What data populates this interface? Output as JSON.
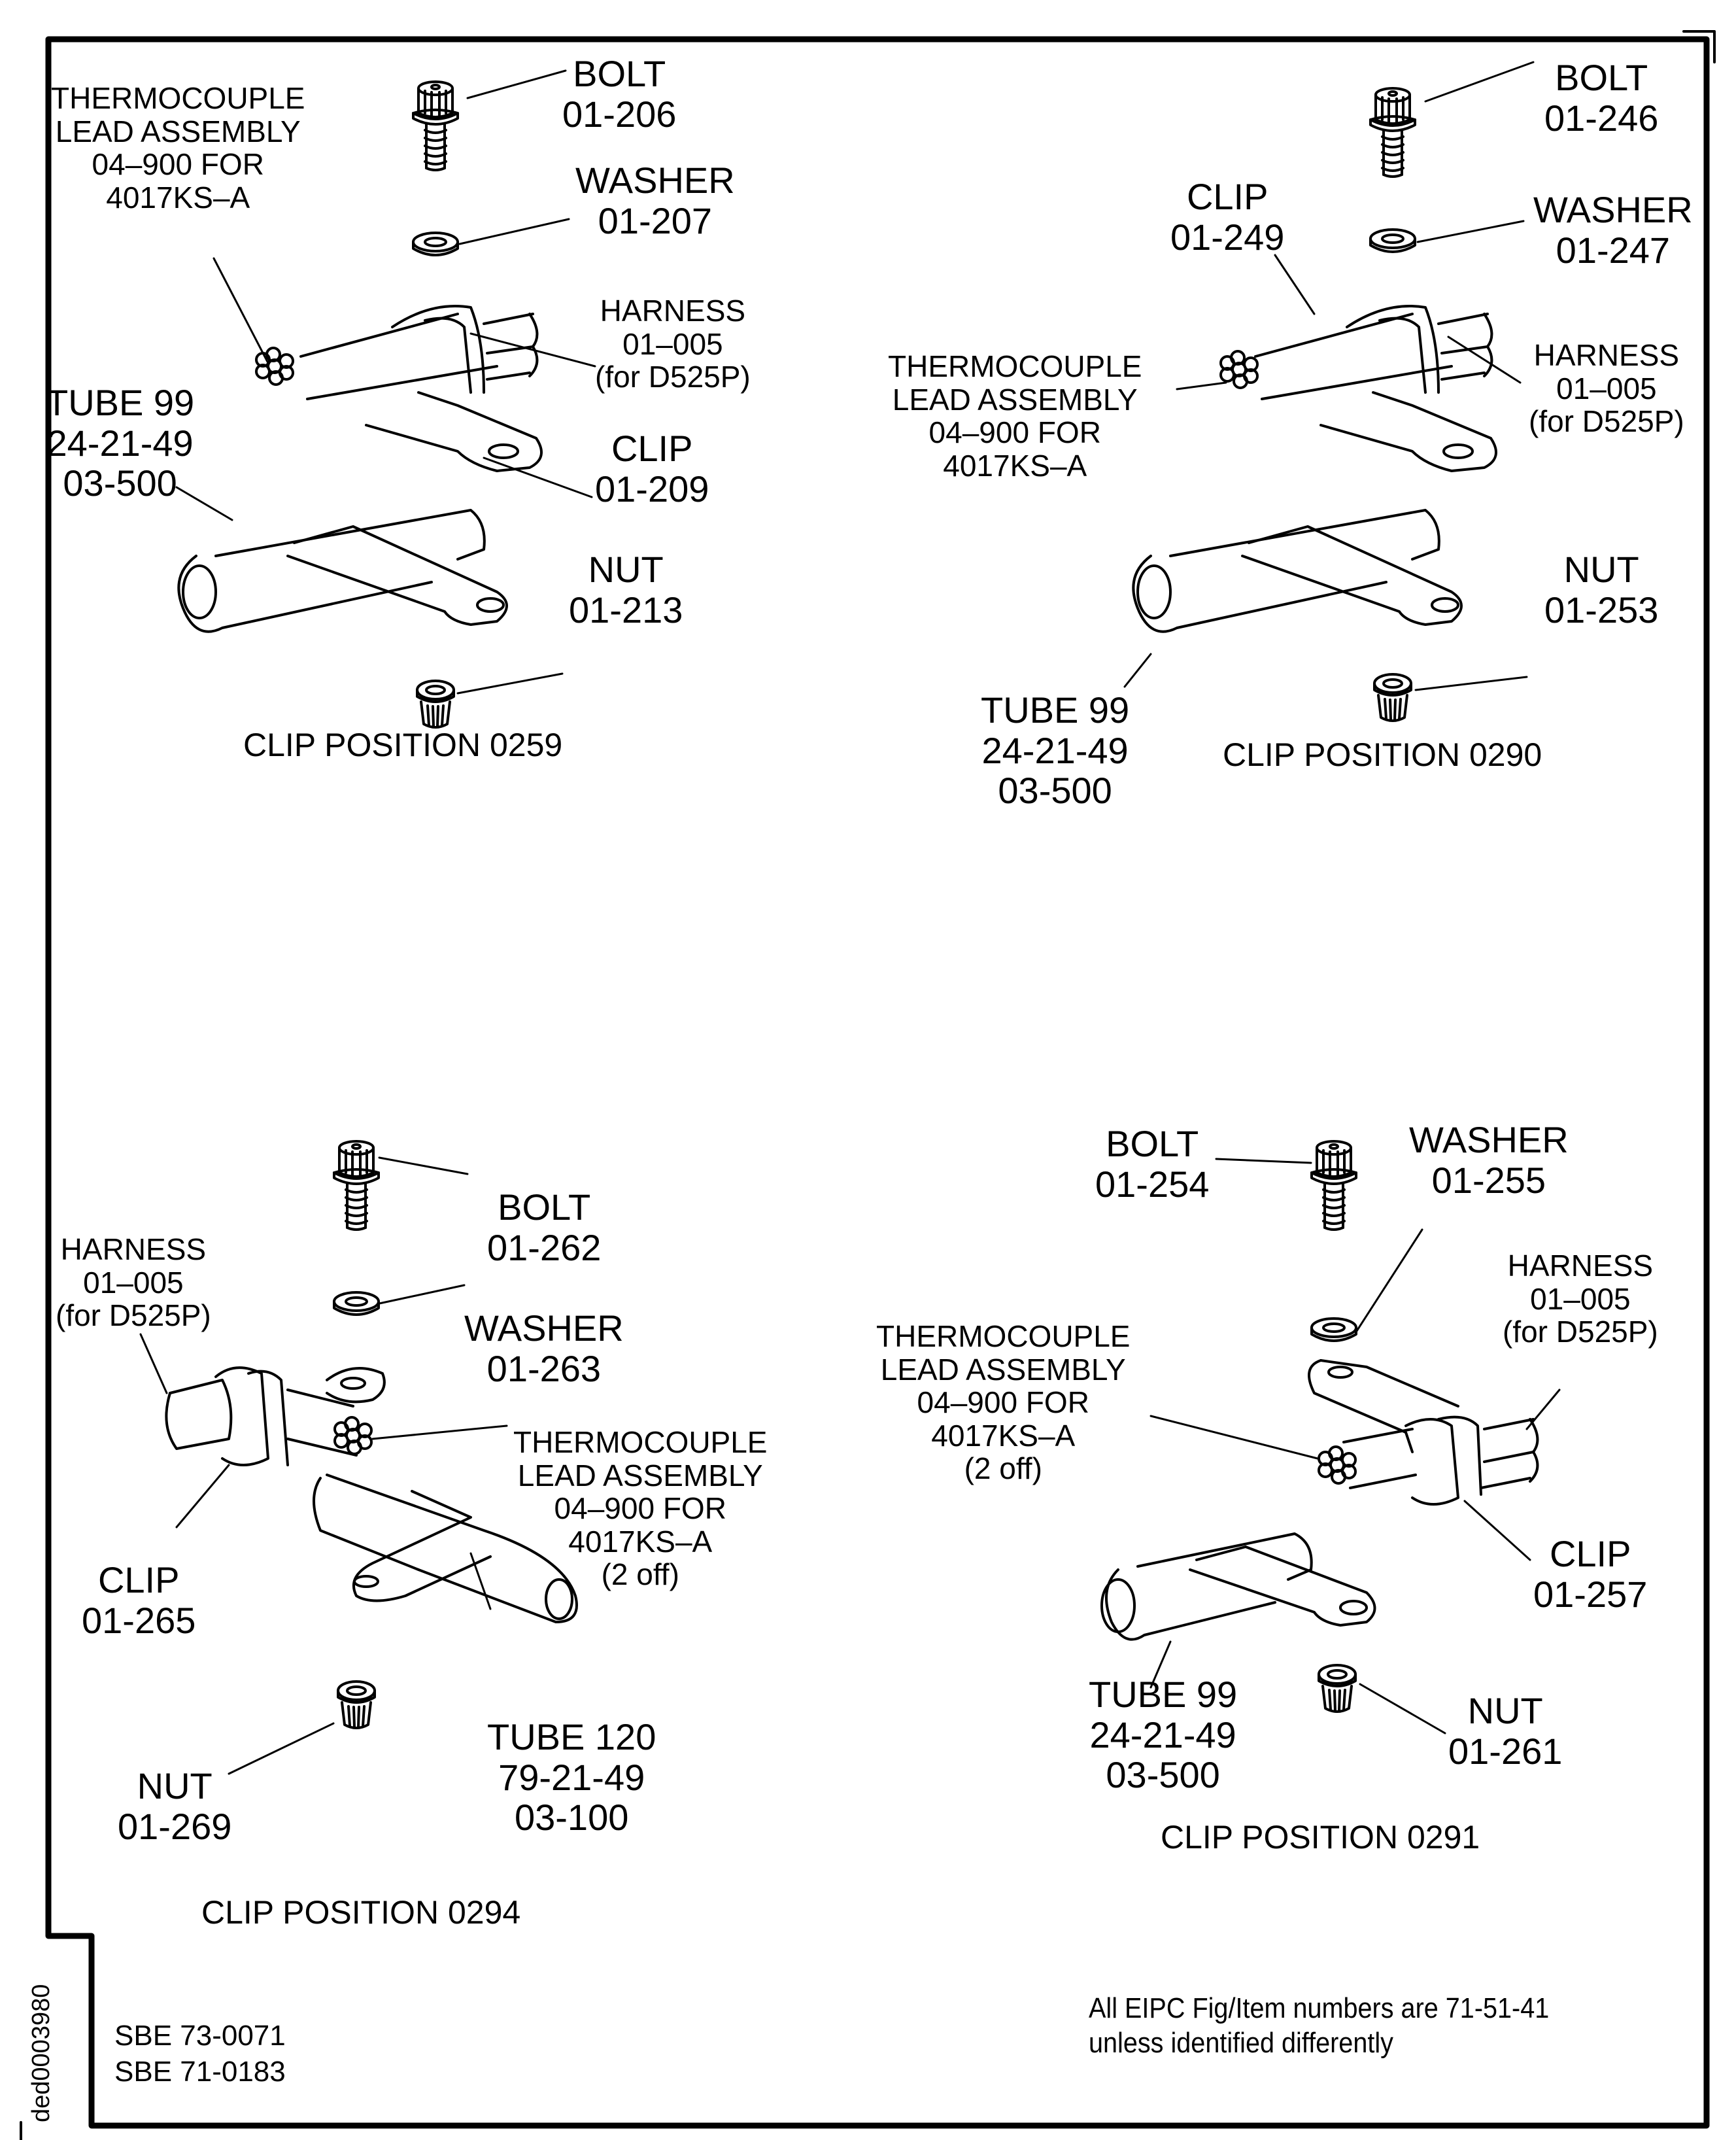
{
  "document": {
    "drawing_id": "ded0003980",
    "sbe_refs": [
      "SBE 73-0071",
      "SBE 71-0183"
    ],
    "note_lines": [
      "All EIPC Fig/Item numbers are 71-51-41",
      "unless identified differently"
    ]
  },
  "views": [
    {
      "caption": "CLIP POSITION 0259",
      "bolt": [
        "BOLT",
        "01-206"
      ],
      "washer": [
        "WASHER",
        "01-207"
      ],
      "thermocouple": [
        "THERMOCOUPLE",
        "LEAD ASSEMBLY",
        "04–900 FOR",
        "4017KS–A"
      ],
      "harness": [
        "HARNESS",
        "01–005",
        "(for D525P)"
      ],
      "clip": [
        "CLIP",
        "01-209"
      ],
      "tube": [
        "TUBE 99",
        "24-21-49",
        "03-500"
      ],
      "nut": [
        "NUT",
        "01-213"
      ]
    },
    {
      "caption": "CLIP POSITION 0290",
      "bolt": [
        "BOLT",
        "01-246"
      ],
      "washer": [
        "WASHER",
        "01-247"
      ],
      "clip": [
        "CLIP",
        "01-249"
      ],
      "thermocouple": [
        "THERMOCOUPLE",
        "LEAD ASSEMBLY",
        "04–900 FOR",
        "4017KS–A"
      ],
      "harness": [
        "HARNESS",
        "01–005",
        "(for D525P)"
      ],
      "tube": [
        "TUBE 99",
        "24-21-49",
        "03-500"
      ],
      "nut": [
        "NUT",
        "01-253"
      ]
    },
    {
      "caption": "CLIP POSITION 0294",
      "bolt": [
        "BOLT",
        "01-262"
      ],
      "washer": [
        "WASHER",
        "01-263"
      ],
      "harness": [
        "HARNESS",
        "01–005",
        "(for D525P)"
      ],
      "thermocouple": [
        "THERMOCOUPLE",
        "LEAD ASSEMBLY",
        "04–900 FOR",
        "4017KS–A",
        "(2 off)"
      ],
      "clip": [
        "CLIP",
        "01-265"
      ],
      "tube": [
        "TUBE 120",
        "79-21-49",
        "03-100"
      ],
      "nut": [
        "NUT",
        "01-269"
      ]
    },
    {
      "caption": "CLIP POSITION 0291",
      "bolt": [
        "BOLT",
        "01-254"
      ],
      "washer": [
        "WASHER",
        "01-255"
      ],
      "harness": [
        "HARNESS",
        "01–005",
        "(for D525P)"
      ],
      "thermocouple": [
        "THERMOCOUPLE",
        "LEAD ASSEMBLY",
        "04–900 FOR",
        "4017KS–A",
        "(2 off)"
      ],
      "clip": [
        "CLIP",
        "01-257"
      ],
      "tube": [
        "TUBE 99",
        "24-21-49",
        "03-500"
      ],
      "nut": [
        "NUT",
        "01-261"
      ]
    }
  ]
}
